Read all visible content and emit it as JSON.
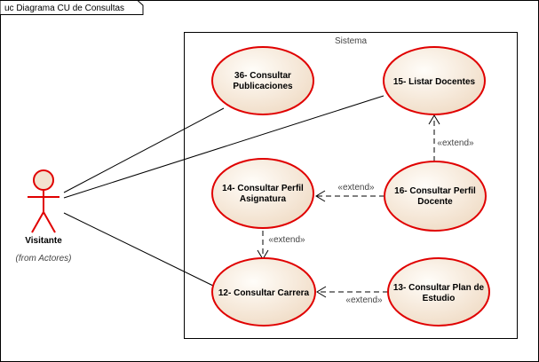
{
  "diagram": {
    "frame_title": "uc Diagrama CU de Consultas",
    "system_label": "Sistema",
    "actor": {
      "name": "Visitante",
      "note": "(from Actores)"
    },
    "use_cases": {
      "uc36": [
        "36- Consultar",
        "Publicaciones"
      ],
      "uc15": [
        "15- Listar Docentes"
      ],
      "uc14": [
        "14- Consultar Perfil",
        "Asignatura"
      ],
      "uc16": [
        "16- Consultar Perfil",
        "Docente"
      ],
      "uc12": [
        "12- Consultar Carrera"
      ],
      "uc13": [
        "13- Consultar Plan de",
        "Estudio"
      ]
    },
    "relations": {
      "extend_label": "«extend»"
    },
    "colors": {
      "usecase_fill": "#f3e3cf",
      "usecase_stroke": "#e00000",
      "actor_stroke": "#e00000",
      "line": "#000000"
    }
  }
}
